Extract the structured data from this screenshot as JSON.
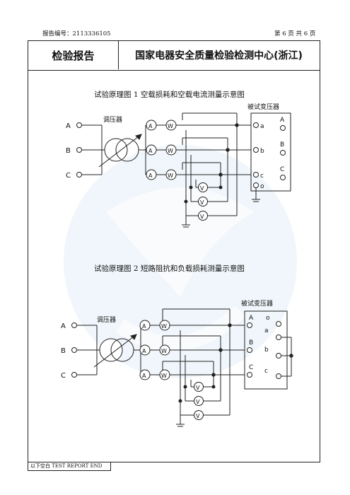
{
  "header": {
    "report_no": "报告编号：2113336105",
    "page_num": "第 6 页 共 6 页",
    "left_title": "检验报告",
    "right_title": "国家电器安全质量检验检测中心(浙江)"
  },
  "figure1": {
    "title": "试验原理图 1    空载损耗和空载电流测量示意图",
    "regulator_label": "调压器",
    "transformer_label": "被试变压器",
    "phase_inputs": [
      "A",
      "B",
      "C"
    ],
    "hv_terminals": [
      "A",
      "B",
      "C"
    ],
    "lv_terminals": [
      "a",
      "b",
      "c",
      "o"
    ],
    "ammeter": "A",
    "wattmeter": "W",
    "voltmeter": "V"
  },
  "figure2": {
    "title": "试验原理图 2    短路阻抗和负载损耗测量示意图",
    "regulator_label": "调压器",
    "transformer_label": "被试变压器",
    "phase_inputs": [
      "A",
      "B",
      "C"
    ],
    "hv_terminals": [
      "A",
      "B",
      "C"
    ],
    "lv_terminals": [
      "o",
      "a",
      "b",
      "c"
    ],
    "ammeter": "A",
    "wattmeter": "W",
    "voltmeter": "V"
  },
  "footer": {
    "end_text": "以下空白    TEST REPORT END"
  }
}
